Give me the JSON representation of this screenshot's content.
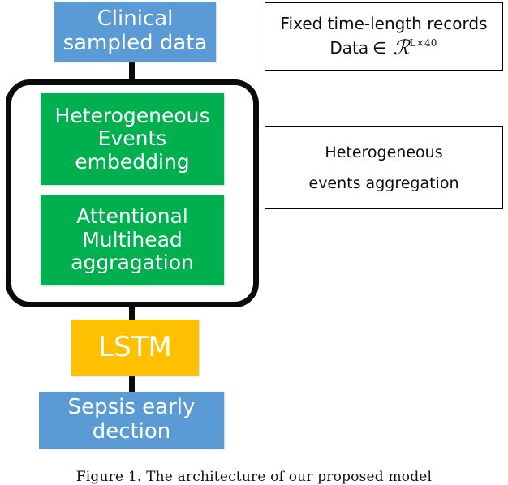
{
  "figure": {
    "caption": "Figure 1.  The architecture of our proposed model"
  },
  "colors": {
    "blue": "#5B9BD5",
    "green": "#00B04F",
    "orange": "#FFC000",
    "frame": "#0A0A0A",
    "note_border": "#000000",
    "text_on_fill": "#FFFFFF",
    "text_on_white": "#0D0D0D"
  },
  "pipeline": {
    "input": {
      "name": "clinical-sampled-data",
      "lines": [
        "Clinical",
        "sampled data"
      ]
    },
    "module": {
      "name": "heterogeneous-events-module",
      "stages": [
        {
          "name": "heterogeneous-events-embedding",
          "lines": [
            "Heterogeneous",
            "Events",
            "embedding"
          ]
        },
        {
          "name": "attentional-multihead-aggragation",
          "lines": [
            "Attentional",
            "Multihead",
            "aggragation"
          ]
        }
      ]
    },
    "recurrent": {
      "name": "lstm",
      "lines": [
        "LSTM"
      ]
    },
    "output": {
      "name": "sepsis-early-dection",
      "lines": [
        "Sepsis early",
        "dection"
      ]
    }
  },
  "annotations": [
    {
      "name": "fixed-time-length-records-note",
      "line1": "Fixed time-length records",
      "formula": {
        "lhs": "Data",
        "relation": "∈",
        "space_symbol": "ℛ",
        "superscript": "L×40"
      }
    },
    {
      "name": "heterogeneous-events-aggregation-note",
      "line1": "Heterogeneous",
      "line2": "events aggregation"
    }
  ]
}
